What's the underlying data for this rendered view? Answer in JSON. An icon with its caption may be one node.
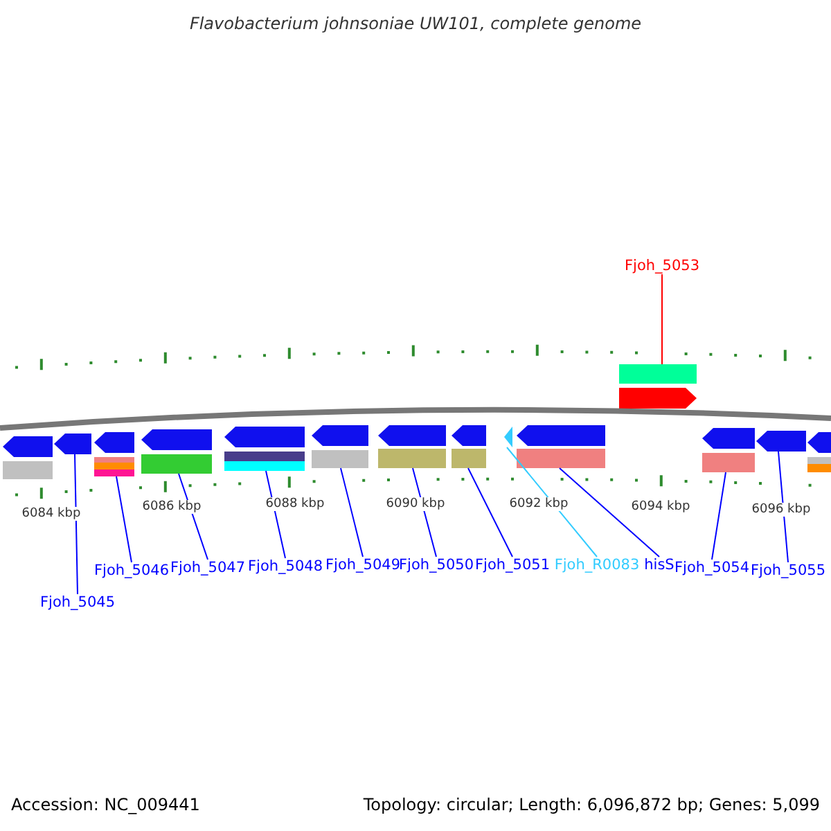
{
  "diagram": {
    "title": "Flavobacterium johnsoniae UW101, complete genome",
    "nodes": [
      {
        "text": [
          "Fjoh_5053"
        ]
      },
      {
        "text": [],
        "shape": "arrow"
      },
      {
        "text": [],
        "shape": "arrow"
      },
      {
        "text": [],
        "shape": "arrow"
      },
      {
        "text": [],
        "shape": "arrow"
      },
      {
        "text": [],
        "shape": "arrow"
      },
      {
        "text": [],
        "shape": "arrow"
      },
      {
        "text": [],
        "shape": "arrow"
      },
      {
        "text": [],
        "shape": "arrow"
      },
      {
        "text": [],
        "shape": "arrow"
      },
      {
        "text": [],
        "shape": "arrow"
      },
      {
        "text": [],
        "shape": "arrow"
      },
      {
        "text": [],
        "shape": "arrow"
      },
      {
        "text": [],
        "shape": "arrow"
      },
      {
        "text": [],
        "shape": "arrow"
      },
      {
        "text": [
          "Fjoh_5045"
        ]
      },
      {
        "text": [
          "Fjoh_5046"
        ]
      },
      {
        "text": [
          "Fjoh_5047"
        ]
      },
      {
        "text": [
          "Fjoh_5048"
        ]
      },
      {
        "text": [
          "Fjoh_5049"
        ]
      },
      {
        "text": [
          "Fjoh_5050"
        ]
      },
      {
        "text": [
          "Fjoh_5051"
        ]
      },
      {
        "text": [
          "Fjoh_R0083"
        ]
      },
      {
        "text": [
          "hisS"
        ]
      },
      {
        "text": [
          "Fjoh_5054"
        ]
      },
      {
        "text": [
          "Fjoh_5055"
        ]
      }
    ],
    "edges": [
      {
        "from": 0,
        "to": 1,
        "arrow": "none",
        "color": "#ff0000"
      },
      {
        "from": 15,
        "to": 3,
        "arrow": "none"
      },
      {
        "from": 16,
        "to": 4,
        "arrow": "none"
      },
      {
        "from": 17,
        "to": 5,
        "arrow": "none"
      },
      {
        "from": 18,
        "to": 6,
        "arrow": "none"
      },
      {
        "from": 19,
        "to": 7,
        "arrow": "none"
      },
      {
        "from": 20,
        "to": 8,
        "arrow": "none"
      },
      {
        "from": 21,
        "to": 9,
        "arrow": "none"
      },
      {
        "from": 22,
        "to": 10,
        "arrow": "none",
        "color": "#33ccff"
      },
      {
        "from": 23,
        "to": 11,
        "arrow": "none"
      },
      {
        "from": 24,
        "to": 12,
        "arrow": "none"
      },
      {
        "from": 25,
        "to": 13,
        "arrow": "none"
      }
    ],
    "labels": [
      "6084 kbp",
      "6086 kbp",
      "6088 kbp",
      "6090 kbp",
      "6092 kbp",
      "6094 kbp",
      "6096 kbp",
      "Accession: NC_009441",
      "Topology: circular; Length: 6,096,872 bp; Genes: 5,099"
    ]
  }
}
